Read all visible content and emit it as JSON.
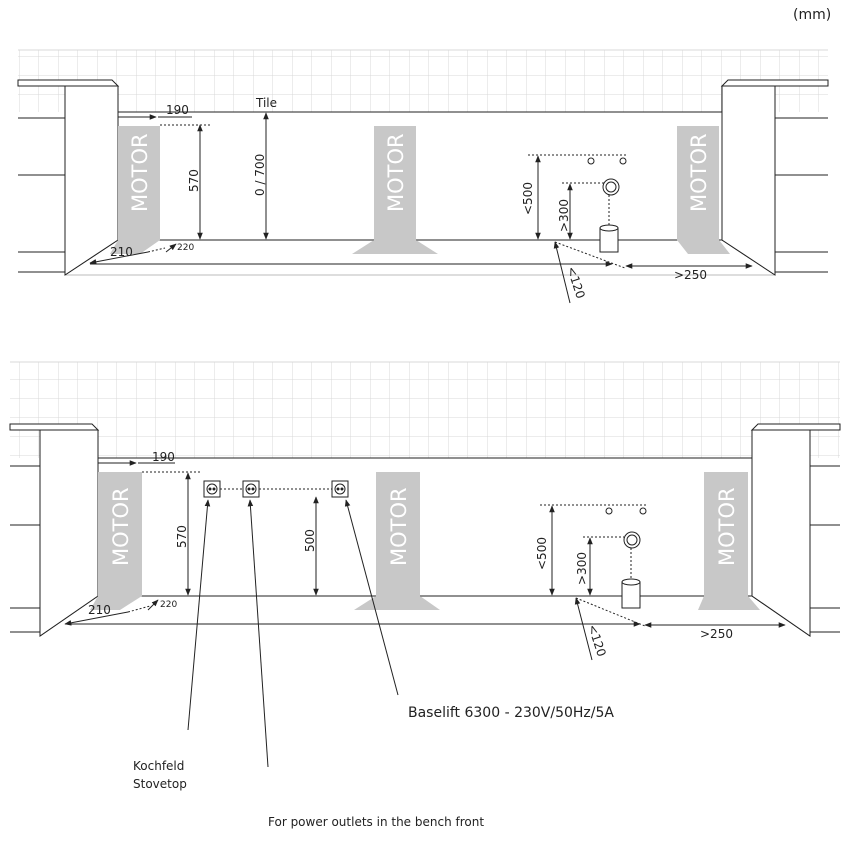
{
  "units": "(mm)",
  "top_diagram": {
    "tile_label": "Tile",
    "motor_label": "MOTOR",
    "dim_190": "190",
    "dim_570": "570",
    "dim_0_700": "0 / 700",
    "dim_210": "210",
    "dim_220": "220",
    "dim_lt500": "<500",
    "dim_gt300": ">300",
    "dim_lt120": "<120",
    "dim_gt250": ">250"
  },
  "bottom_diagram": {
    "motor_label": "MOTOR",
    "dim_190": "190",
    "dim_570": "570",
    "dim_500": "500",
    "dim_210": "210",
    "dim_220": "220",
    "dim_lt500": "<500",
    "dim_gt300": ">300",
    "dim_lt120": "<120",
    "dim_gt250": ">250"
  },
  "labels": {
    "baselift": "Baselift 6300 - 230V/50Hz/5A",
    "kochfeld": "Kochfeld",
    "stovetop": "Stovetop",
    "power_outlets": "For power outlets in the bench front"
  },
  "colors": {
    "motor_fill": "#c8c8c8",
    "line": "#222222",
    "tile_grid": "#d9d9d9"
  }
}
